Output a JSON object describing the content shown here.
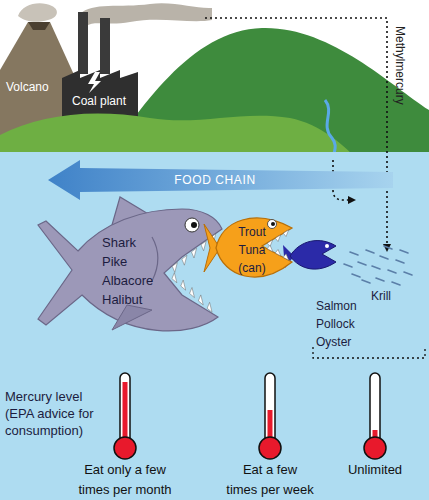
{
  "diagram": {
    "nodes": [
      {
        "text": [
          "FOOD CHAIN"
        ]
      },
      {
        "text": [
          "Shark Pike Albacore Halibut"
        ]
      },
      {
        "text": [
          "Trout Tuna (can)"
        ]
      },
      {
        "text": [
          "Eat only a few times per month"
        ]
      },
      {
        "text": [
          "Eat a few times per week"
        ]
      },
      {
        "text": [
          "Unlimited"
        ]
      }
    ],
    "labels": [
      "Volcano",
      "Coal plant",
      "Methylmercury",
      "Krill",
      "Salmon Pollock Oyster",
      "Mercury level (EPA advice for consumption)"
    ]
  }
}
